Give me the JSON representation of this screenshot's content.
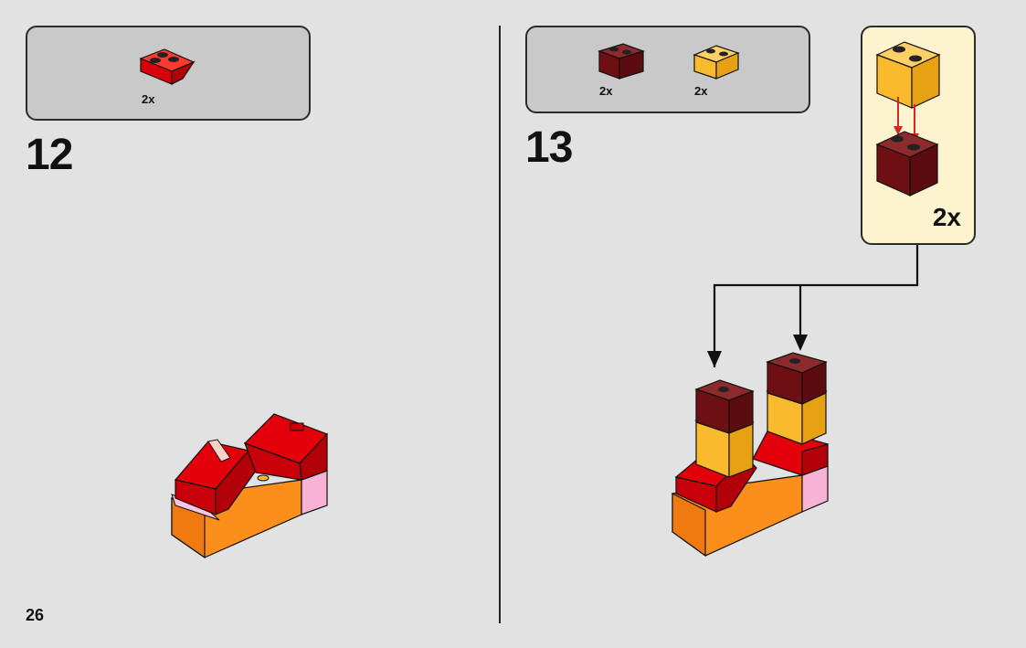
{
  "page": {
    "number": "26"
  },
  "steps": [
    {
      "number": "12",
      "parts": [
        {
          "qty": "2x",
          "color": "#e3000b",
          "icon": "red-slope-brick-icon"
        }
      ]
    },
    {
      "number": "13",
      "parts": [
        {
          "qty": "2x",
          "color": "#720e0f",
          "icon": "dark-red-brick-icon"
        },
        {
          "qty": "2x",
          "color": "#f9ba2d",
          "icon": "yellow-orange-brick-icon"
        }
      ],
      "callout": {
        "qty": "2x"
      }
    }
  ],
  "colors": {
    "red": "#e3000b",
    "dark_red": "#720e0f",
    "orange": "#fc8f1c",
    "bright_light_orange": "#f9ba2d",
    "pink_trans": "#f7b2d6",
    "callout_bg": "#fdf4cf",
    "parts_box_bg": "#c9c9c9"
  }
}
